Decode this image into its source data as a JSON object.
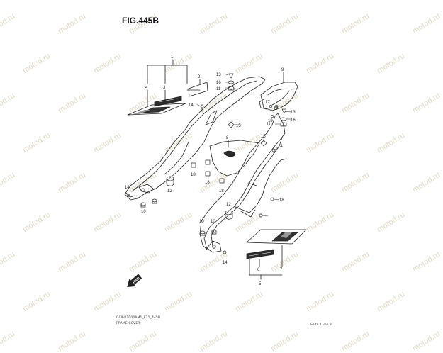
{
  "figure": {
    "title": "FIG.445B",
    "code": "GSX-R1000AM1_E21_445B",
    "name": "FRAME COVER",
    "page": "Seite 1 von 3",
    "watermark": "motod.ru"
  },
  "callouts": {
    "c1": "1",
    "c2": "2",
    "c3": "3",
    "c4": "4",
    "c5": "5",
    "c6": "6",
    "c7": "7",
    "c8": "8",
    "c9": "9",
    "c10a": "10",
    "c10b": "10",
    "c10c": "10",
    "c11a": "11",
    "c11b": "11",
    "c12a": "12",
    "c12b": "12",
    "c13a": "13",
    "c13b": "13",
    "c14a": "14",
    "c14b": "14",
    "c14c": "14",
    "c14d": "14",
    "c15a": "15",
    "c15b": "15",
    "c16a": "16",
    "c16b": "16",
    "c17a": "17",
    "c17b": "17",
    "c18a": "18",
    "c18b": "18",
    "c18c": "18",
    "c18d": "18",
    "c19": "19"
  },
  "fwd_label": "FWD",
  "colors": {
    "line": "#222222",
    "watermark": "#e3d8c4"
  }
}
